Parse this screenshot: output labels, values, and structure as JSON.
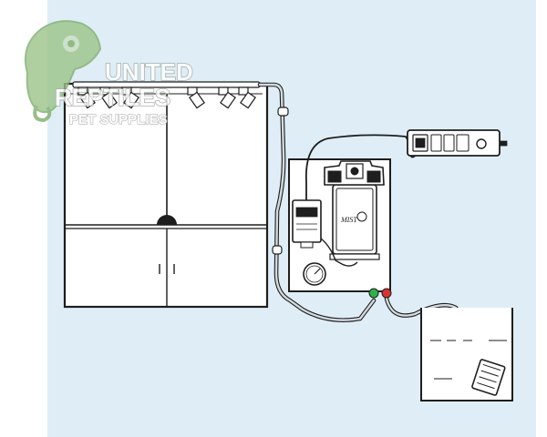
{
  "watermark": {
    "line1": "UNITED",
    "line2": "REPTILES",
    "line3": "PET SUPPLIES",
    "icon": "chameleon-icon"
  },
  "pump": {
    "logo_text": "MIST"
  },
  "colors": {
    "background_panel": "#dfeef6",
    "outline": "#1e1e1e",
    "tube": "#cfd6dc",
    "valve_green": "#2eb24a",
    "valve_red": "#d93232",
    "watermark_green": "#9cc48a"
  }
}
